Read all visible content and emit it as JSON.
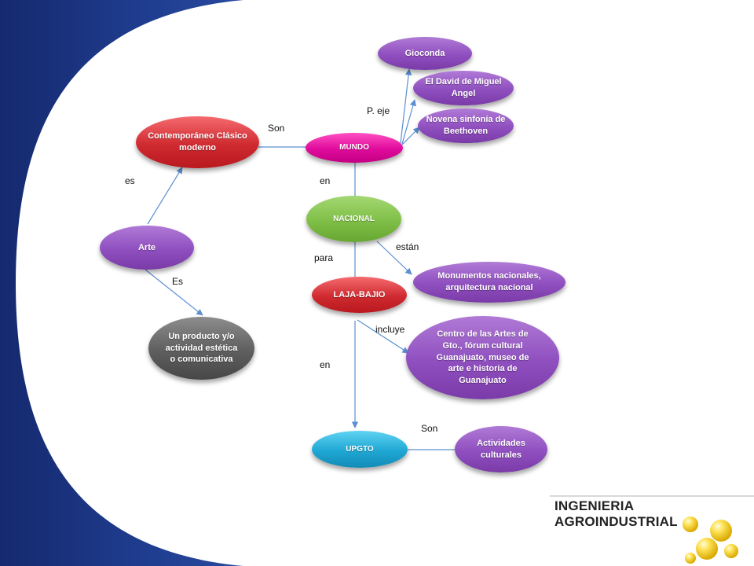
{
  "nodes": {
    "contemporaneo": "Contemporáneo Clásico moderno",
    "mundo": "MUNDO",
    "gioconda": "Gioconda",
    "david": "El David de Miguel Angel",
    "novena": "Novena sinfonía de Beethoven",
    "arte": "Arte",
    "nacional": "NACIONAL",
    "laja_bajio": "LAJA-BAJIO",
    "producto": "Un producto y/o actividad estética o comunicativa",
    "monumentos": "Monumentos nacionales, arquitectura nacional",
    "centro": "Centro de las Artes de Gto., fórum cultural Guanajuato, museo de arte e historia de Guanajuato",
    "upgto": "UPGTO",
    "actividades": "Actividades culturales"
  },
  "labels": {
    "son_1": "Son",
    "es": "es",
    "es_cap": "Es",
    "en_1": "en",
    "p_eje": "P. eje",
    "estan": "están",
    "para": "para",
    "incluye": "incluye",
    "en_2": "en",
    "son_2": "Son"
  },
  "brand": "INGENIERIA AGROINDUSTRIAL",
  "colors": {
    "background_blue": "#1e3a8a",
    "edge": "#5b8fd1",
    "node_red": "#cf2a30",
    "node_pink": "#e00a9b",
    "node_green": "#7fbf47",
    "node_purple": "#8f4fbf",
    "node_gray": "#5e5e5e",
    "node_cyan": "#1fa7d3",
    "bubbles": "#f2c800"
  }
}
